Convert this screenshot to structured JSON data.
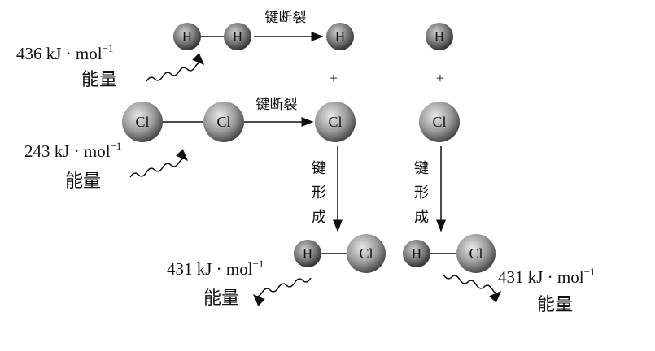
{
  "bond_break_label": "键断裂",
  "bond_form_chars": [
    "键",
    "形",
    "成"
  ],
  "energy_word": "能量",
  "plus": "+",
  "atoms": {
    "H": "H",
    "Cl": "Cl"
  },
  "energies": {
    "h_h": {
      "value": "436 kJ · mol",
      "exp": "−1"
    },
    "cl_cl": {
      "value": "243 kJ · mol",
      "exp": "−1"
    },
    "h_cl_left": {
      "value": "431 kJ · mol",
      "exp": "−1"
    },
    "h_cl_right": {
      "value": "431 kJ · mol",
      "exp": "−1"
    }
  }
}
